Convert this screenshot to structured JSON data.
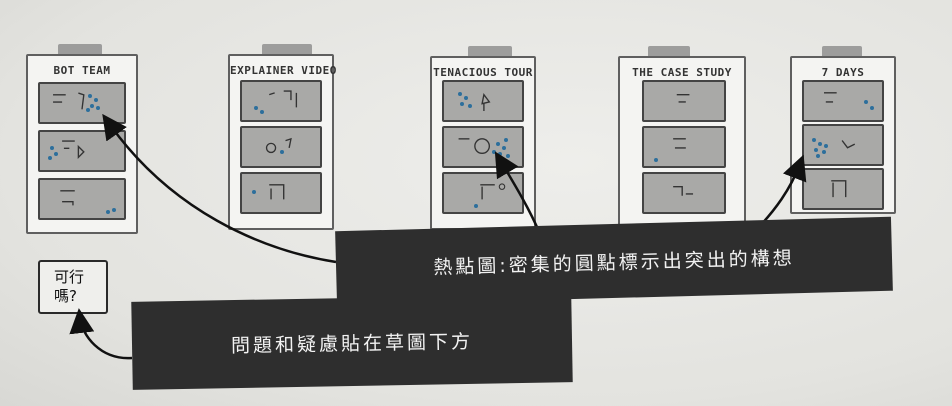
{
  "boards": [
    {
      "title": "BOT TEAM"
    },
    {
      "title": "EXPLAINER VIDEO"
    },
    {
      "title": "TENACIOUS TOUR"
    },
    {
      "title": "THE CASE STUDY"
    },
    {
      "title": "7 DAYS"
    }
  ],
  "note_card": {
    "line1": "可行",
    "line2": "嗎?"
  },
  "heatmap_label": "熱點圖:密集的圓點標示出突出的構想",
  "questions_label": "問題和疑慮貼在草圖下方",
  "colors": {
    "dot": "#2d6f9c",
    "label_bg": "#2e2e2e",
    "sketch_fill": "#a9a9a7"
  }
}
